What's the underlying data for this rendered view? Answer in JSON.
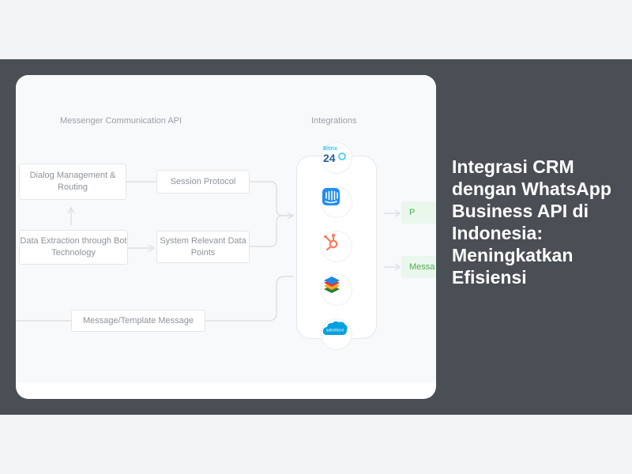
{
  "diagram": {
    "api_title": "Messenger Communication API",
    "integrations_title": "Integrations",
    "nodes": {
      "dialog": "Dialog Management & Routing",
      "session": "Session Protocol",
      "extraction": "Data Extraction through Bot Technology",
      "datapoints": "System Relevant Data Points",
      "message": "Message/Template Message"
    },
    "chips": {
      "first": "P",
      "second": "Messa"
    },
    "logos": {
      "bitrix_line1": "Bitrix",
      "bitrix_line2": "24",
      "salesforce": "salesforce"
    },
    "icons": [
      "bitrix24-icon",
      "intercom-icon",
      "hubspot-icon",
      "layers-icon",
      "salesforce-icon"
    ],
    "accent_green": "#4caf50"
  },
  "article": {
    "title": "Integrasi CRM dengan WhatsApp Business API di Indonesia: Meningkatkan Efisiensi"
  },
  "colors": {
    "page_background": "#f3f4f6",
    "banner_background": "#4a4f55",
    "title_color": "#ffffff"
  }
}
